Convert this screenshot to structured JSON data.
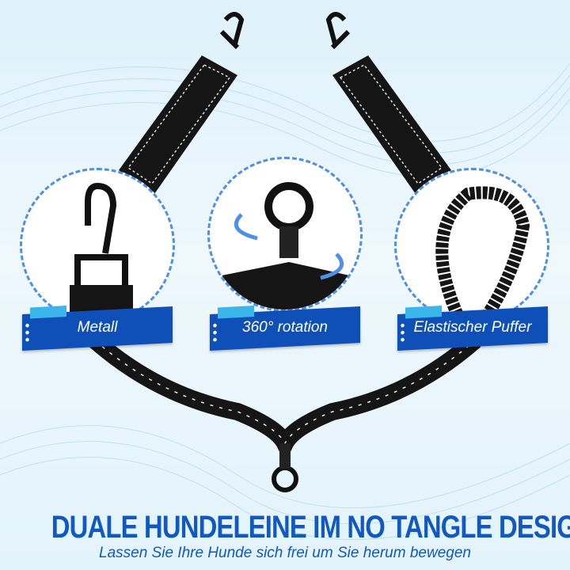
{
  "features": [
    {
      "label": "Metall",
      "icon": "metal-snap-hook-icon"
    },
    {
      "label": "360° rotation",
      "icon": "swivel-ring-icon"
    },
    {
      "label": "Elastischer Puffer",
      "icon": "bungee-loop-icon"
    }
  ],
  "headline": {
    "title": "DUALE HUNDELEINE IM NO TANGLE DESIGN",
    "subtitle": "Lassen Sie Ihre Hunde sich frei um Sie herum bewegen"
  },
  "colors": {
    "banner": "#0f4fb8",
    "accent": "#3bb6ea",
    "title": "#1158c0",
    "leash": "#111111"
  }
}
